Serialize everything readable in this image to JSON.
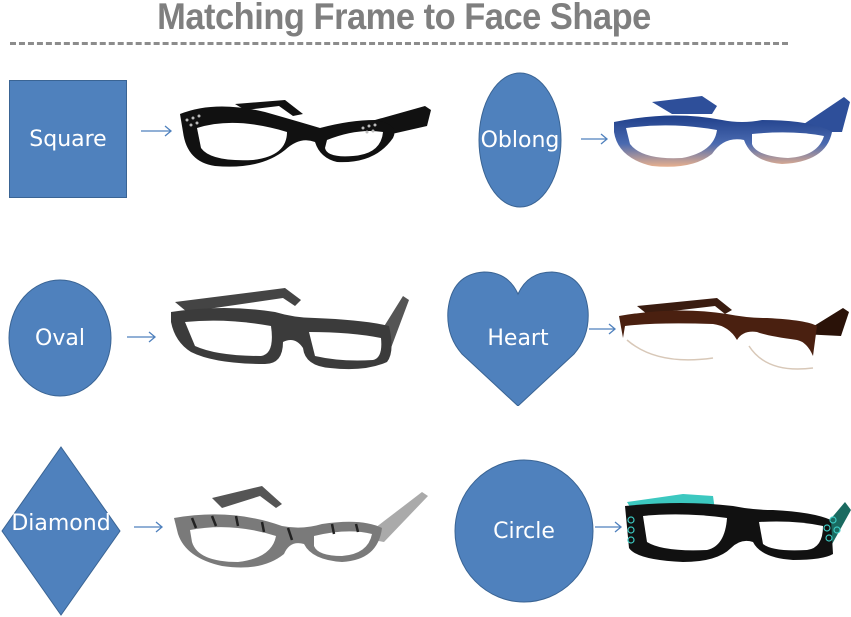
{
  "title": "Matching Frame to Face Shape",
  "colors": {
    "shape_fill": "#4f81bd",
    "shape_stroke": "#3a6494",
    "arrow": "#4f81bd",
    "title": "#7f7f7f"
  },
  "pairs": [
    {
      "shape": "Square",
      "frame_style": "cat-eye black with rhinestones"
    },
    {
      "shape": "Oblong",
      "frame_style": "narrow blue-to-peach gradient"
    },
    {
      "shape": "Oval",
      "frame_style": "rectangular grey striped"
    },
    {
      "shape": "Heart",
      "frame_style": "semi-rimless tortoiseshell"
    },
    {
      "shape": "Diamond",
      "frame_style": "oval zebra-print"
    },
    {
      "shape": "Circle",
      "frame_style": "rectangular black with teal temples"
    }
  ]
}
